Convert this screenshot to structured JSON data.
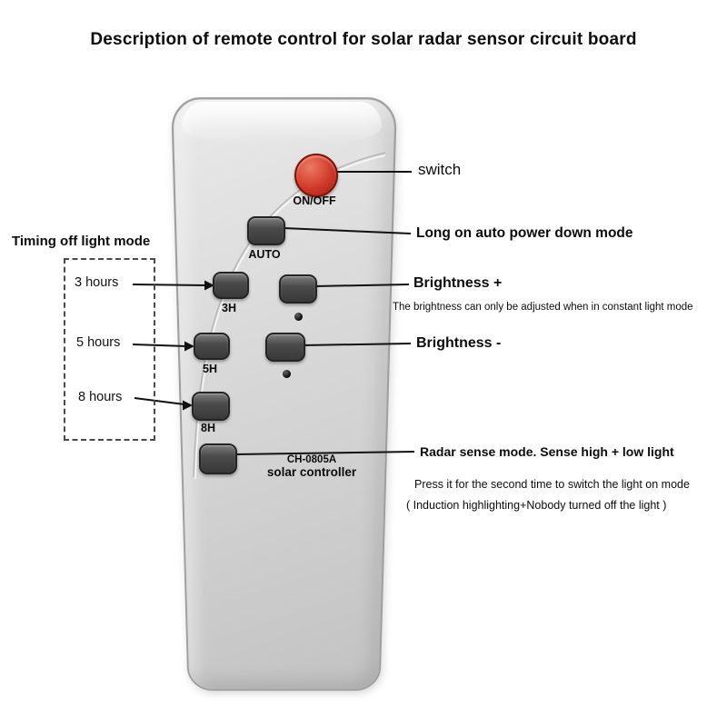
{
  "title": "Description of remote control for solar radar sensor circuit board",
  "remote": {
    "model": "CH-0805A",
    "label": "solar controller",
    "power_button": "ON/OFF",
    "auto_button": "AUTO",
    "timer3_button": "3H",
    "timer5_button": "5H",
    "timer8_button": "8H"
  },
  "left_panel": {
    "heading": "Timing off light mode",
    "items": [
      "3 hours",
      "5 hours",
      "8 hours"
    ]
  },
  "right_panel": {
    "switch_label": "switch",
    "auto_label": "Long on auto power down mode",
    "brightness_plus_label": "Brightness +",
    "brightness_note": "The brightness can only be adjusted when in constant light mode",
    "brightness_minus_label": "Brightness -",
    "radar_label": "Radar sense mode. Sense high + low light",
    "radar_note_1": "Press it for the second time to switch the light on mode",
    "radar_note_2": "( Induction highlighting+Nobody turned off the light )"
  },
  "colors": {
    "power_button": "#cf3a29",
    "button": "#4b4b4b",
    "remote_body": "#d8d8d8",
    "annotation_text": "#0c0c0c"
  }
}
